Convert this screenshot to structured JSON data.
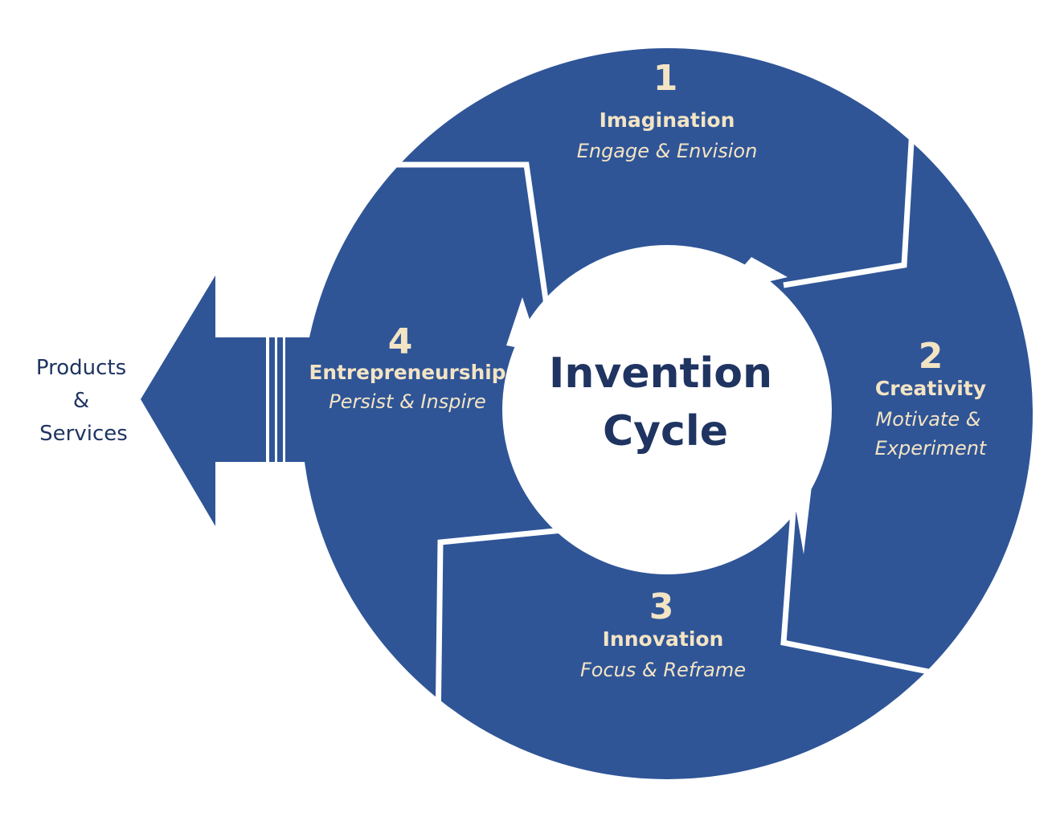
{
  "center": {
    "line1": "Invention",
    "line2": "Cycle"
  },
  "stages": [
    {
      "number": "1",
      "title": "Imagination",
      "subtitle": [
        "Engage & Envision"
      ]
    },
    {
      "number": "2",
      "title": "Creativity",
      "subtitle": [
        "Motivate &",
        "Experiment"
      ]
    },
    {
      "number": "3",
      "title": "Innovation",
      "subtitle": [
        "Focus & Reframe"
      ]
    },
    {
      "number": "4",
      "title": "Entrepreneurship",
      "subtitle": [
        "Persist & Inspire"
      ]
    }
  ],
  "output": {
    "lines": [
      "Products",
      "&",
      "Services"
    ]
  },
  "colors": {
    "arrow": "#2f5597",
    "text_light": "#f3e4c4",
    "text_dark": "#1f3461",
    "background": "#ffffff"
  }
}
